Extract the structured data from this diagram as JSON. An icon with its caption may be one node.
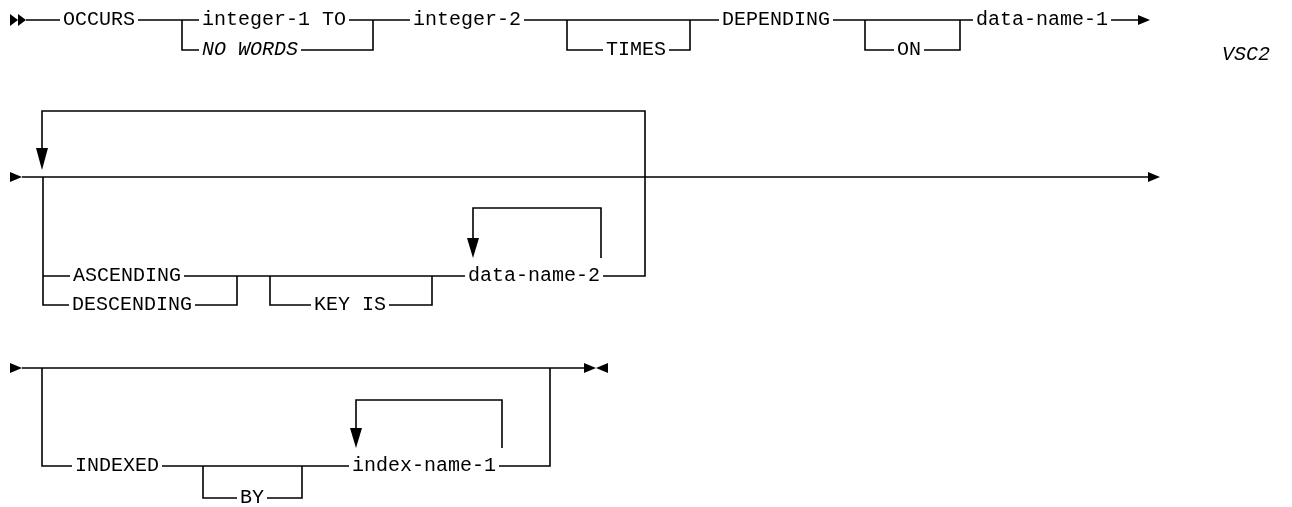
{
  "diagram": {
    "labels": [
      "OCCURS",
      "integer-1 TO",
      "NO WORDS",
      "integer-2",
      "TIMES",
      "DEPENDING",
      "ON",
      "data-name-1",
      "VSC2",
      "ASCENDING",
      "DESCENDING",
      "KEY IS",
      "data-name-2",
      "INDEXED",
      "BY",
      "index-name-1"
    ]
  }
}
